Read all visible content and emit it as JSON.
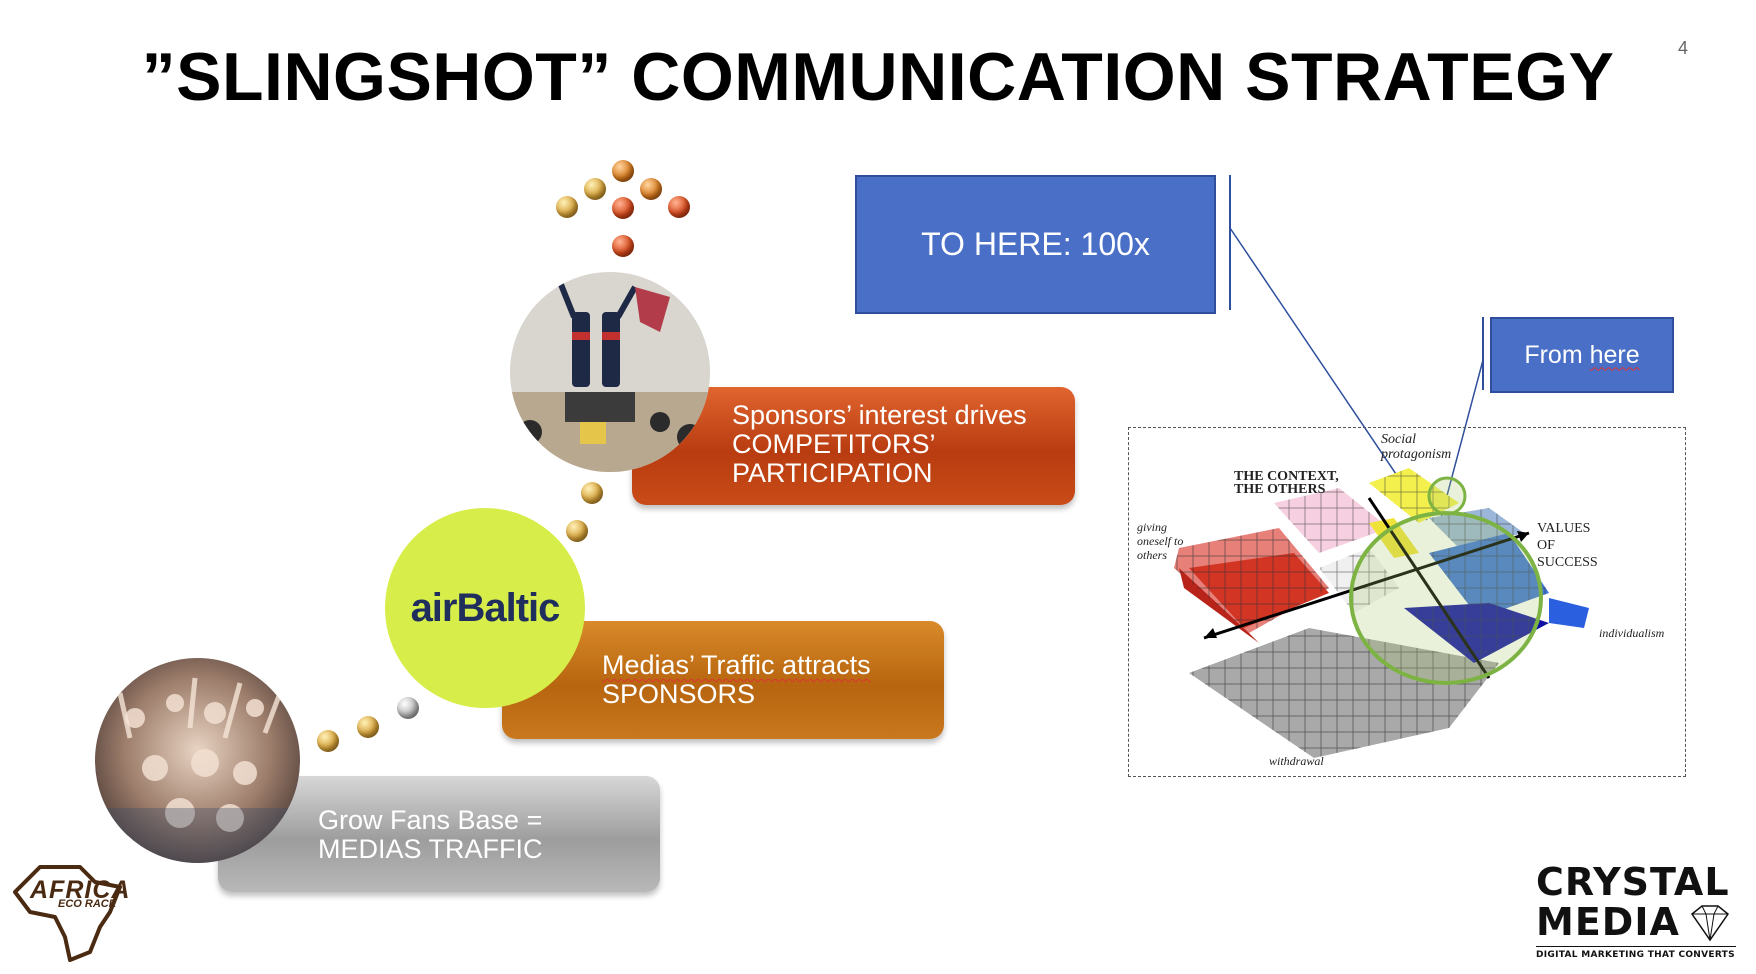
{
  "slide": {
    "title": "”SLINGSHOT” COMMUNICATION STRATEGY",
    "page_number": "4"
  },
  "steps": [
    {
      "line1": "Grow Fans Base =",
      "line2": "MEDIAS TRAFFIC",
      "line3": ""
    },
    {
      "line1": "Medias’ Traffic attracts",
      "line2": "SPONSORS",
      "line3": ""
    },
    {
      "line1": "Sponsors’ interest drives",
      "line2": "COMPETITORS’",
      "line3": "PARTICIPATION"
    }
  ],
  "airbaltic_logo": "airBaltic",
  "boxes": {
    "to_here": "TO HERE: 100x",
    "from_here_1": "From ",
    "from_here_2": "here"
  },
  "diagram": {
    "social": "Social",
    "protagonism": "protagonism",
    "context1": "THE CONTEXT,",
    "context2": "THE OTHERS",
    "giving1": "giving",
    "giving2": "oneself to",
    "giving3": "others",
    "values1": "VALUES",
    "values2": "OF",
    "values3": "SUCCESS",
    "individualism": "individualism",
    "withdrawal": "withdrawal"
  },
  "brand": {
    "crystal1": "CRYSTAL",
    "crystal2": "MEDIA",
    "crystal_tagline": "DIGITAL MARKETING THAT CONVERTS",
    "africa": "AFRICA",
    "africa_sub": "ECO RACE"
  },
  "colors": {
    "blue_box": "#4a6fc7",
    "red_bar": "#c94b18",
    "orange_bar": "#c9781e",
    "grey_bar": "#b8b8b8"
  }
}
